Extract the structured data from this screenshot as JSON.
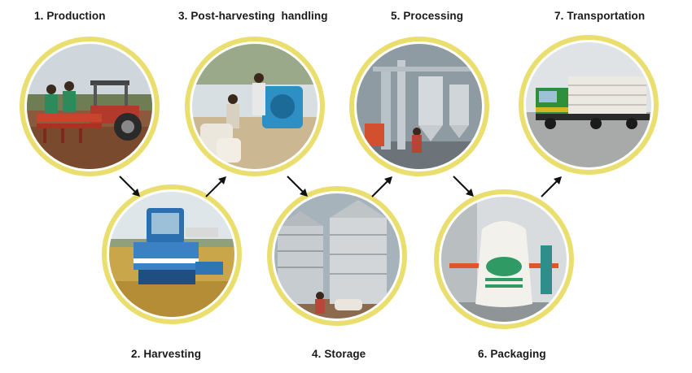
{
  "steps": [
    {
      "number": "1.",
      "title": "Production"
    },
    {
      "number": "2.",
      "title": "Harvesting"
    },
    {
      "number": "3.",
      "title": "Post-harvesting  handling"
    },
    {
      "number": "4.",
      "title": "Storage"
    },
    {
      "number": "5.",
      "title": "Processing"
    },
    {
      "number": "6.",
      "title": "Packaging"
    },
    {
      "number": "7.",
      "title": "Transportation"
    }
  ],
  "colors": {
    "ring": "#e8dc6a",
    "ring_shadow": "#cfc25a",
    "arrow": "#111111",
    "label": "#1a1a1a"
  },
  "icons": {
    "production": "tractor-planter-photo",
    "harvesting": "combine-harvester-photo",
    "post_harvest": "threshing-machine-photo",
    "storage": "grain-silos-photo",
    "processing": "rice-mill-photo",
    "packaging": "rice-sack-photo",
    "transportation": "loaded-truck-photo"
  }
}
